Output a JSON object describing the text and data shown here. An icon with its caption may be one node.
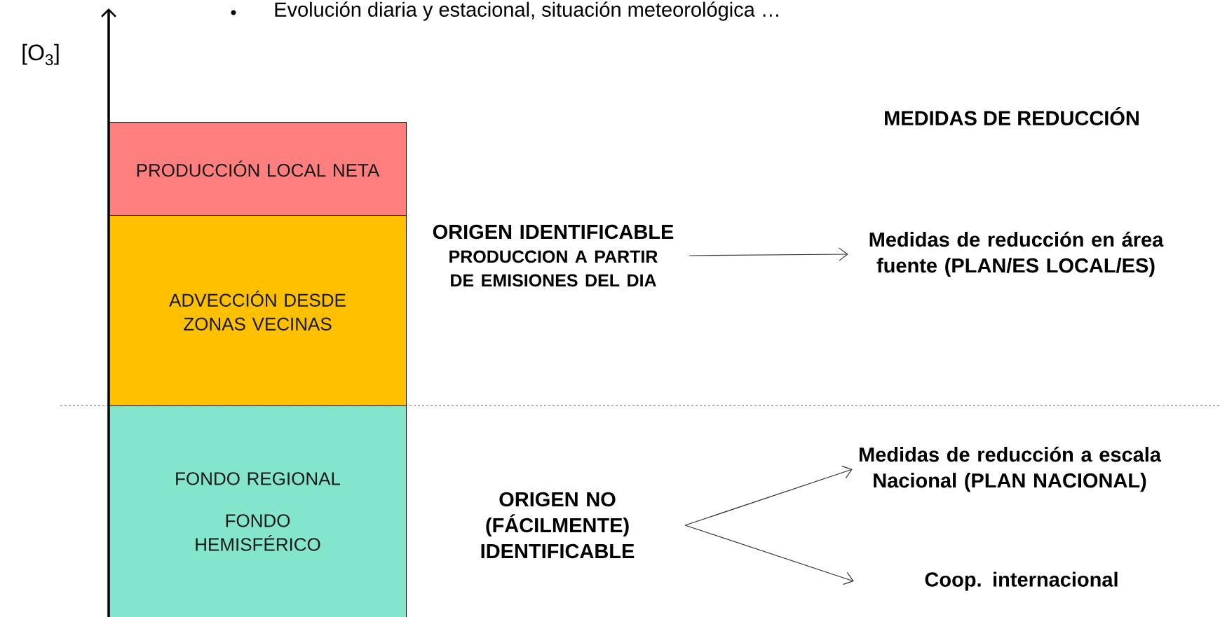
{
  "diagram": {
    "nodes": [
      {
        "text": [
          "PRODUCCIÓN LOCAL NETA"
        ]
      },
      {
        "text": [
          "ADVECCIÓN DESDE ZONAS VECINAS"
        ]
      },
      {
        "text": [
          "FONDO REGIONAL",
          "FONDO HEMISFÉRICO"
        ]
      },
      {
        "text": [
          "ORIGEN IDENTIFICABLE",
          "PRODUCCION A PARTIR DE EMISIONES DEL DIA"
        ]
      },
      {
        "text": [
          "Medidas de reducción en área fuente (PLAN/ES LOCAL/ES)"
        ]
      },
      {
        "text": [
          "ORIGEN NO (FÁCILMENTE) IDENTIFICABLE"
        ]
      },
      {
        "text": [
          "Medidas de reducción a escala Nacional (PLAN NACIONAL)"
        ]
      },
      {
        "text": [
          "Coop. internacional"
        ]
      }
    ],
    "edges": [
      {
        "from": 3,
        "to": 4,
        "arrow": "to"
      },
      {
        "from": 5,
        "to": 6,
        "arrow": "to"
      },
      {
        "from": 5,
        "to": 7,
        "arrow": "to"
      }
    ],
    "labels": [
      "[O$_{3}$]",
      "Evolución diaria y estacional, situación meteorológica …",
      "MEDIDAS DE REDUCCIÓN"
    ]
  }
}
